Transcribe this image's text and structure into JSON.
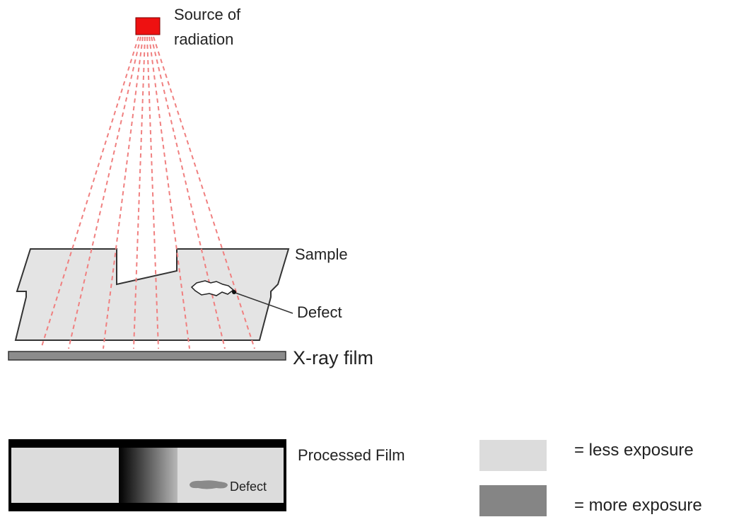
{
  "labels": {
    "source": [
      "Source of",
      "radiation"
    ],
    "sample": "Sample",
    "defect": "Defect",
    "xray_film": "X-ray film",
    "processed_film": "Processed Film",
    "film_defect": "Defect"
  },
  "legend": [
    {
      "text": "= less exposure",
      "color": "#dcdcdc"
    },
    {
      "text": "= more exposure",
      "color": "#858585"
    }
  ],
  "colors": {
    "source": "#ee1111",
    "beam": "#f08080",
    "sample_fill": "#e4e4e4",
    "film_bar": "#8c8c8c",
    "film_border": "#000000"
  }
}
